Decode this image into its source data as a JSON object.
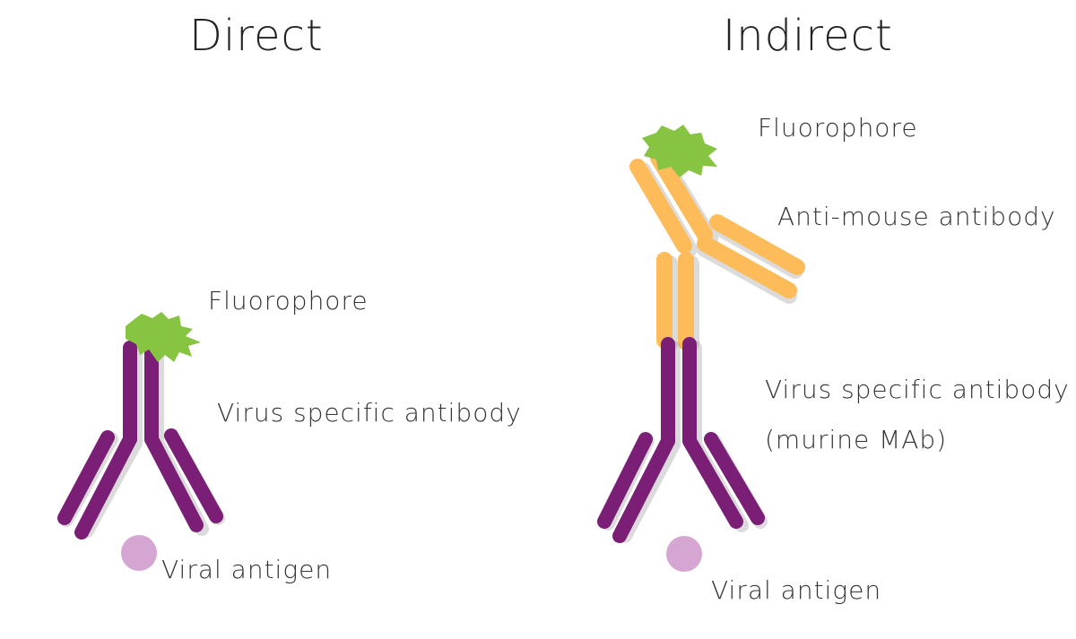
{
  "panels": {
    "direct": {
      "title": "Direct",
      "fluorophore_label": "Fluorophore",
      "antibody_label": "Virus specific antibody",
      "antigen_label": "Viral antigen"
    },
    "indirect": {
      "title": "Indirect",
      "fluorophore_label": "Fluorophore",
      "secondary_label": "Anti-mouse antibody",
      "primary_label_line1": "Virus specific antibody",
      "primary_label_line2": "(murine MAb)",
      "antigen_label": "Viral antigen"
    }
  },
  "colors": {
    "primary_antibody": "#7a1e76",
    "secondary_antibody": "#fdbb5a",
    "fluorophore": "#86c441",
    "antigen": "#d5a6d2",
    "shadow": "#9a9a9a"
  }
}
